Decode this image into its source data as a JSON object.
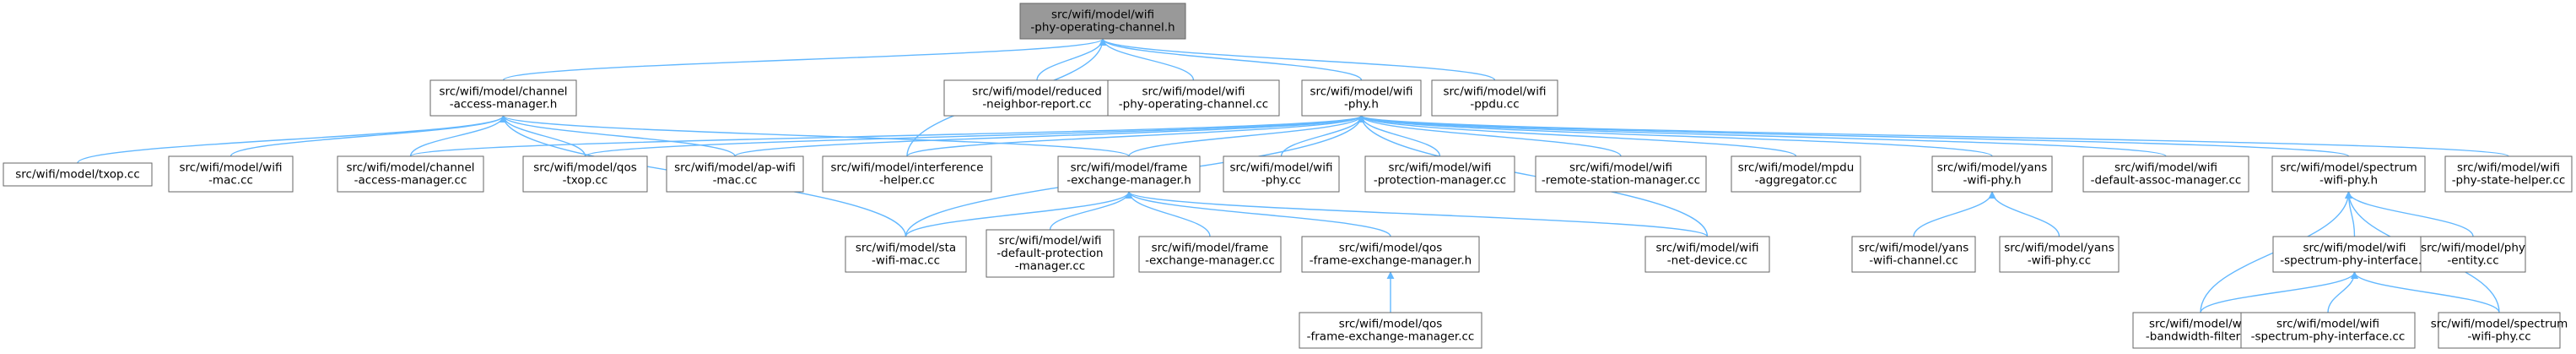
{
  "diagram": {
    "type": "include-dependency-graph",
    "colors": {
      "edge": "#63b8ff",
      "root_fill": "#999999",
      "node_fill": "#ffffff",
      "border": "#666666"
    },
    "nodes": [
      {
        "id": "root",
        "lines": [
          "src/wifi/model/wifi",
          "-phy-operating-channel.h"
        ],
        "root": true
      },
      {
        "id": "cam_h",
        "lines": [
          "src/wifi/model/channel",
          "-access-manager.h"
        ]
      },
      {
        "id": "reduced",
        "lines": [
          "src/wifi/model/reduced",
          "-neighbor-report.cc"
        ]
      },
      {
        "id": "phyop_cc",
        "lines": [
          "src/wifi/model/wifi",
          "-phy-operating-channel.cc"
        ]
      },
      {
        "id": "wifiphy_h",
        "lines": [
          "src/wifi/model/wifi",
          "-phy.h"
        ]
      },
      {
        "id": "ppdu",
        "lines": [
          "src/wifi/model/wifi",
          "-ppdu.cc"
        ]
      },
      {
        "id": "txop",
        "lines": [
          "src/wifi/model/txop.cc"
        ]
      },
      {
        "id": "wifimac",
        "lines": [
          "src/wifi/model/wifi",
          "-mac.cc"
        ]
      },
      {
        "id": "cam_cc",
        "lines": [
          "src/wifi/model/channel",
          "-access-manager.cc"
        ]
      },
      {
        "id": "qostxop",
        "lines": [
          "src/wifi/model/qos",
          "-txop.cc"
        ]
      },
      {
        "id": "apwifi",
        "lines": [
          "src/wifi/model/ap-wifi",
          "-mac.cc"
        ]
      },
      {
        "id": "interf",
        "lines": [
          "src/wifi/model/interference",
          "-helper.cc"
        ]
      },
      {
        "id": "fem_h",
        "lines": [
          "src/wifi/model/frame",
          "-exchange-manager.h"
        ]
      },
      {
        "id": "wifiphy_cc",
        "lines": [
          "src/wifi/model/wifi",
          "-phy.cc"
        ]
      },
      {
        "id": "protmgr",
        "lines": [
          "src/wifi/model/wifi",
          "-protection-manager.cc"
        ]
      },
      {
        "id": "rsm",
        "lines": [
          "src/wifi/model/wifi",
          "-remote-station-manager.cc"
        ]
      },
      {
        "id": "mpdu",
        "lines": [
          "src/wifi/model/mpdu",
          "-aggregator.cc"
        ]
      },
      {
        "id": "yans_h",
        "lines": [
          "src/wifi/model/yans",
          "-wifi-phy.h"
        ]
      },
      {
        "id": "dam",
        "lines": [
          "src/wifi/model/wifi",
          "-default-assoc-manager.cc"
        ]
      },
      {
        "id": "spec_h",
        "lines": [
          "src/wifi/model/spectrum",
          "-wifi-phy.h"
        ]
      },
      {
        "id": "psh",
        "lines": [
          "src/wifi/model/wifi",
          "-phy-state-helper.cc"
        ]
      },
      {
        "id": "sta",
        "lines": [
          "src/wifi/model/sta",
          "-wifi-mac.cc"
        ]
      },
      {
        "id": "defprot",
        "lines": [
          "src/wifi/model/wifi",
          "-default-protection",
          "-manager.cc"
        ]
      },
      {
        "id": "fem_cc",
        "lines": [
          "src/wifi/model/frame",
          "-exchange-manager.cc"
        ]
      },
      {
        "id": "qosfem_h",
        "lines": [
          "src/wifi/model/qos",
          "-frame-exchange-manager.h"
        ]
      },
      {
        "id": "netdev",
        "lines": [
          "src/wifi/model/wifi",
          "-net-device.cc"
        ]
      },
      {
        "id": "yanschan",
        "lines": [
          "src/wifi/model/yans",
          "-wifi-channel.cc"
        ]
      },
      {
        "id": "yansphy_cc",
        "lines": [
          "src/wifi/model/yans",
          "-wifi-phy.cc"
        ]
      },
      {
        "id": "specphyif_h",
        "lines": [
          "src/wifi/model/wifi",
          "-spectrum-phy-interface.h"
        ]
      },
      {
        "id": "phyentity",
        "lines": [
          "src/wifi/model/phy",
          "-entity.cc"
        ]
      },
      {
        "id": "qosfem_cc",
        "lines": [
          "src/wifi/model/qos",
          "-frame-exchange-manager.cc"
        ]
      },
      {
        "id": "bwfilter",
        "lines": [
          "src/wifi/model/wifi",
          "-bandwidth-filter.cc"
        ]
      },
      {
        "id": "specphyif_cc",
        "lines": [
          "src/wifi/model/wifi",
          "-spectrum-phy-interface.cc"
        ]
      },
      {
        "id": "specphy_cc",
        "lines": [
          "src/wifi/model/spectrum",
          "-wifi-phy.cc"
        ]
      }
    ],
    "edges": [
      [
        "cam_h",
        "root"
      ],
      [
        "reduced",
        "root"
      ],
      [
        "phyop_cc",
        "root"
      ],
      [
        "wifiphy_h",
        "root"
      ],
      [
        "ppdu",
        "root"
      ],
      [
        "interf",
        "root"
      ],
      [
        "txop",
        "cam_h"
      ],
      [
        "wifimac",
        "cam_h"
      ],
      [
        "cam_cc",
        "cam_h"
      ],
      [
        "qostxop",
        "cam_h"
      ],
      [
        "apwifi",
        "cam_h"
      ],
      [
        "fem_h",
        "cam_h"
      ],
      [
        "sta",
        "cam_h"
      ],
      [
        "cam_cc",
        "wifiphy_h"
      ],
      [
        "qostxop",
        "wifiphy_h"
      ],
      [
        "apwifi",
        "wifiphy_h"
      ],
      [
        "interf",
        "wifiphy_h"
      ],
      [
        "fem_h",
        "wifiphy_h"
      ],
      [
        "wifiphy_cc",
        "wifiphy_h"
      ],
      [
        "protmgr",
        "wifiphy_h"
      ],
      [
        "rsm",
        "wifiphy_h"
      ],
      [
        "mpdu",
        "wifiphy_h"
      ],
      [
        "yans_h",
        "wifiphy_h"
      ],
      [
        "dam",
        "wifiphy_h"
      ],
      [
        "spec_h",
        "wifiphy_h"
      ],
      [
        "psh",
        "wifiphy_h"
      ],
      [
        "sta",
        "wifiphy_h"
      ],
      [
        "netdev",
        "wifiphy_h"
      ],
      [
        "sta",
        "fem_h"
      ],
      [
        "defprot",
        "fem_h"
      ],
      [
        "fem_cc",
        "fem_h"
      ],
      [
        "qosfem_h",
        "fem_h"
      ],
      [
        "netdev",
        "fem_h"
      ],
      [
        "qosfem_cc",
        "qosfem_h"
      ],
      [
        "yanschan",
        "yans_h"
      ],
      [
        "yansphy_cc",
        "yans_h"
      ],
      [
        "bwfilter",
        "spec_h"
      ],
      [
        "specphyif_h",
        "spec_h"
      ],
      [
        "phyentity",
        "spec_h"
      ],
      [
        "specphy_cc",
        "spec_h"
      ],
      [
        "bwfilter",
        "specphyif_h"
      ],
      [
        "specphyif_cc",
        "specphyif_h"
      ],
      [
        "specphy_cc",
        "specphyif_h"
      ]
    ]
  }
}
